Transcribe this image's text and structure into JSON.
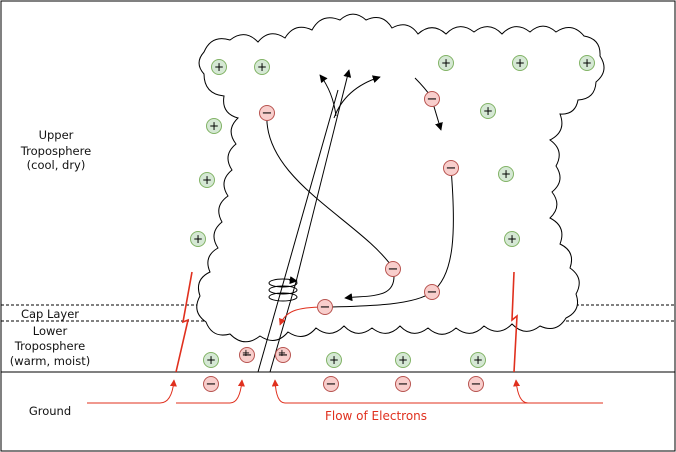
{
  "labels": {
    "upper_line1": "Upper",
    "upper_line2": "Troposphere",
    "upper_line3": "(cool, dry)",
    "cap_layer": "Cap Layer",
    "lower_line1": "Lower",
    "lower_line2": "Troposphere",
    "lower_line3": "(warm, moist)",
    "ground": "Ground",
    "flow": "Flow of Electrons"
  },
  "symbols": {
    "positive": "+",
    "negative": "−"
  },
  "colors": {
    "positive_fill": "#d5e8d4",
    "positive_stroke": "#82b366",
    "negative_fill": "#f8cecc",
    "negative_stroke": "#b85450",
    "electron_flow": "#e0301e"
  }
}
